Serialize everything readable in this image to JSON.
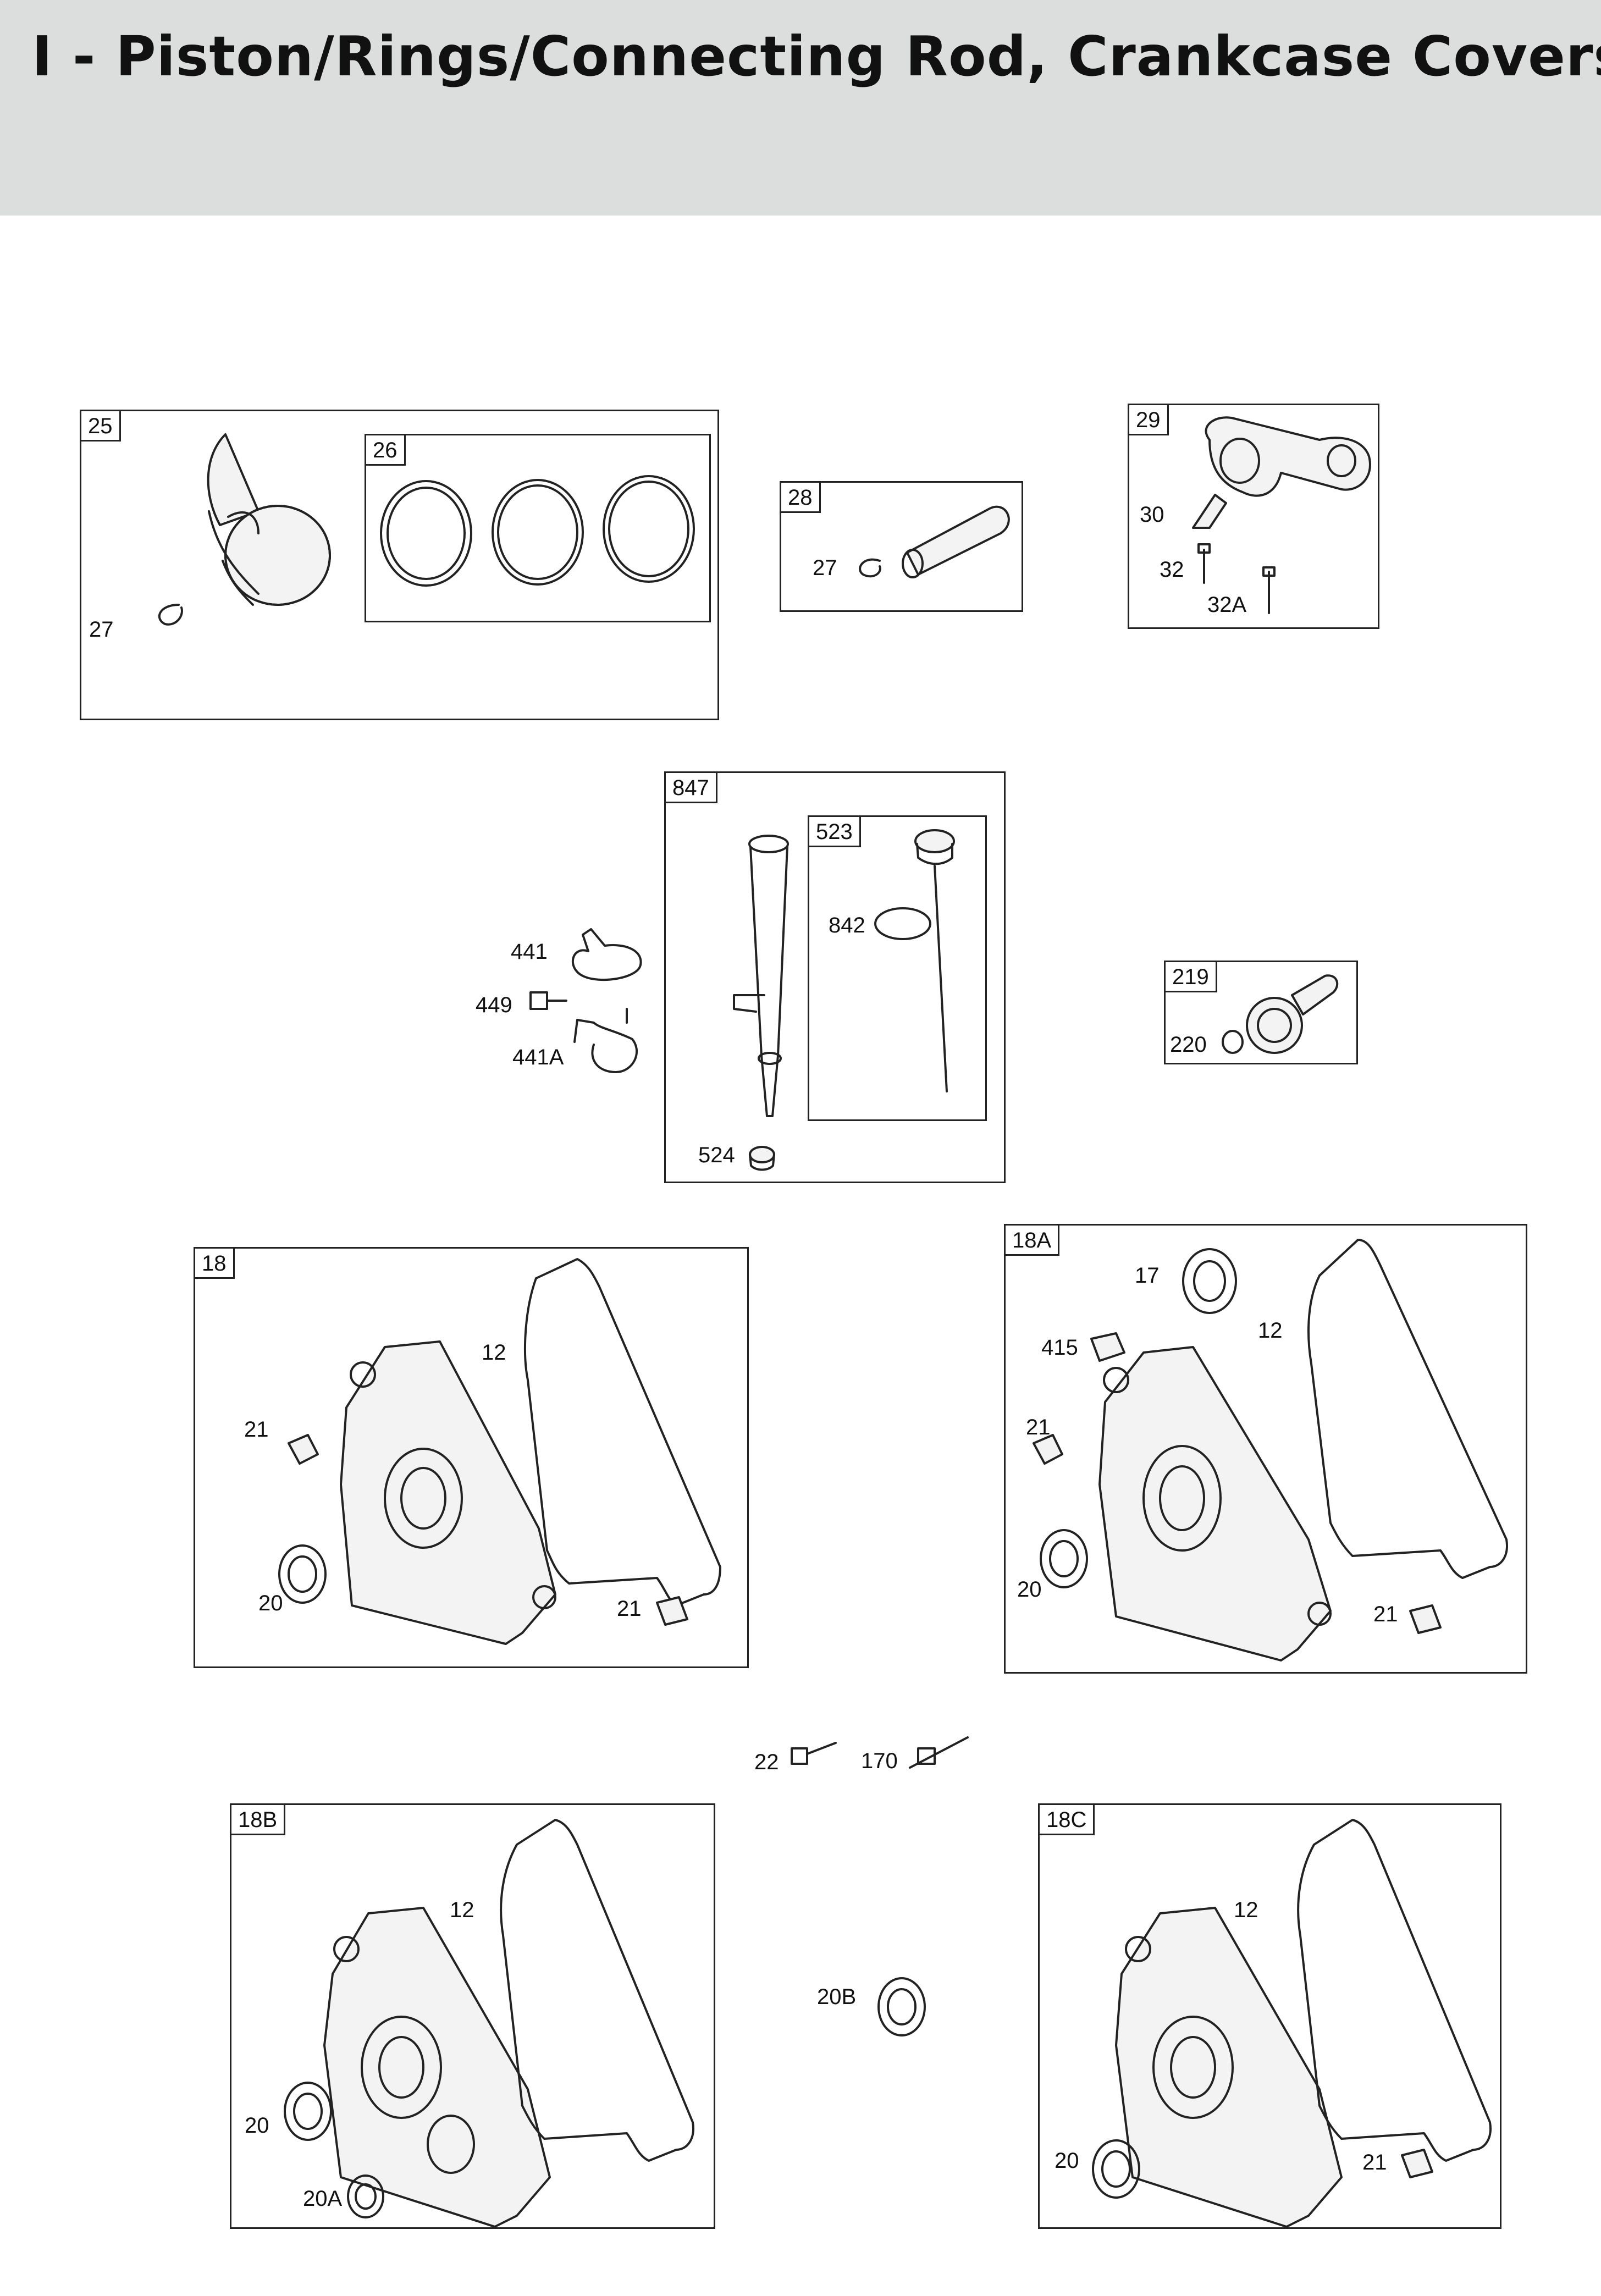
{
  "title": "I - Piston/Rings/Connecting Rod, Crankcase Covers",
  "boxes": {
    "b25": "25",
    "b26": "26",
    "b28": "28",
    "b29": "29",
    "b847": "847",
    "b523": "523",
    "b219": "219",
    "b18": "18",
    "b18a": "18A",
    "b18b": "18B",
    "b18c": "18C"
  },
  "labels": {
    "p27a": "27",
    "p27b": "27",
    "p30": "30",
    "p32": "32",
    "p32a": "32A",
    "p842": "842",
    "p441": "441",
    "p449": "449",
    "p441a": "441A",
    "p524": "524",
    "p220": "220",
    "p18_12": "12",
    "p18_21a": "21",
    "p18_20": "20",
    "p18_21b": "21",
    "p18a_17": "17",
    "p18a_415": "415",
    "p18a_12": "12",
    "p18a_21a": "21",
    "p18a_20": "20",
    "p18a_21b": "21",
    "p22": "22",
    "p170": "170",
    "p20b": "20B",
    "p18b_12": "12",
    "p18b_20": "20",
    "p18b_20a": "20A",
    "p18c_12": "12",
    "p18c_20": "20",
    "p18c_21": "21"
  }
}
